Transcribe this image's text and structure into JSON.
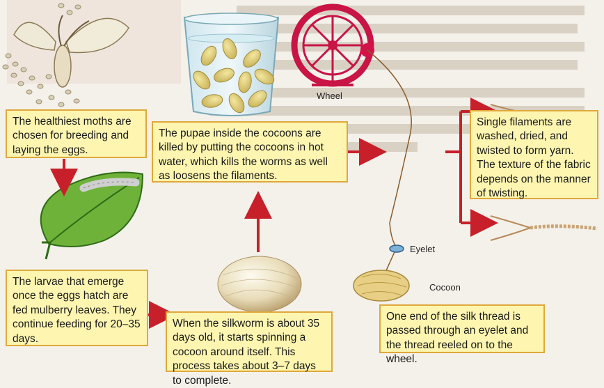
{
  "steps": {
    "moths": "The healthiest moths are chosen for breeding and laying the eggs.",
    "larvae": "The larvae that emerge once the eggs hatch are fed mulberry leaves. They continue feeding for 20–35 days.",
    "cocoon": "When the silkworm is about 35 days old, it starts spinning a cocoon around itself. This process takes about 3–7 days to complete.",
    "pupae": "The pupae inside the cocoons are killed by putting the cocoons in hot water, which kills the worms as well as loosens the filaments.",
    "reeling": "One end of the silk thread is passed through an eyelet and the thread reeled on to the wheel.",
    "yarn": "Single filaments are washed, dried, and twisted to form yarn. The texture of the fabric depends on the manner of twisting."
  },
  "labels": {
    "wheel": "Wheel",
    "eyelet": "Eyelet",
    "cocoon": "Cocoon"
  },
  "colors": {
    "box_fill": "#fdf5b0",
    "box_border": "#e0a83a",
    "arrow": "#c8202a"
  }
}
